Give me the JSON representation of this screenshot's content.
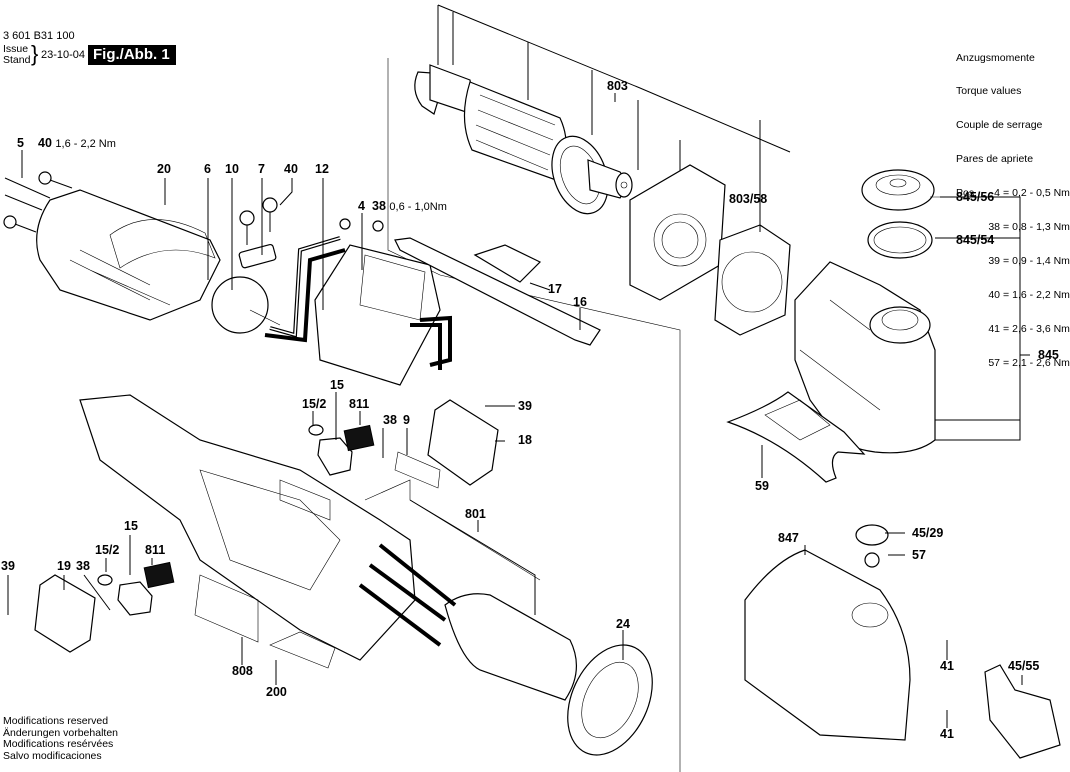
{
  "header": {
    "part_number": "3 601 B31 100",
    "issue_label": "Issue",
    "stand_label": "Stand",
    "issue_date": "23-10-04",
    "figure_label": "Fig./Abb. 1"
  },
  "torque_table": {
    "titles": [
      "Anzugsmomente",
      "Torque values",
      "Couple de serrage",
      "Pares de apriete"
    ],
    "pos_label": "Pos.",
    "rows": [
      {
        "pos": "4",
        "value": "0,2 - 0,5 Nm"
      },
      {
        "pos": "38",
        "value": "0,8 - 1,3 Nm"
      },
      {
        "pos": "39",
        "value": "0,9 - 1,4 Nm"
      },
      {
        "pos": "40",
        "value": "1,6 - 2,2 Nm"
      },
      {
        "pos": "41",
        "value": "2,6 - 3,6 Nm"
      },
      {
        "pos": "57",
        "value": "2,1 - 2,6 Nm"
      }
    ]
  },
  "footer": {
    "lines": [
      "Modifications reserved",
      "Änderungen vorbehalten",
      "Modifications resérvées",
      "Salvo modificaciones"
    ]
  },
  "callouts": {
    "p5": "5",
    "p40a": "40",
    "p40a_torque": "1,6 - 2,2 Nm",
    "p20": "20",
    "p6": "6",
    "p10": "10",
    "p7": "7",
    "p40b": "40",
    "p12": "12",
    "p4": "4",
    "p38a": "38",
    "p38a_torque": "0,6 - 1,0Nm",
    "p17": "17",
    "p16": "16",
    "p803": "803",
    "p803_58": "803/58",
    "p845_56": "845/56",
    "p845_54": "845/54",
    "p845": "845",
    "p15a": "15",
    "p15_2a": "15/2",
    "p811a": "811",
    "p38b": "38",
    "p9": "9",
    "p39a": "39",
    "p18": "18",
    "p59": "59",
    "p801": "801",
    "p15b": "15",
    "p15_2b": "15/2",
    "p811b": "811",
    "p39b": "39",
    "p19": "19",
    "p38c": "38",
    "p24": "24",
    "p808": "808",
    "p200": "200",
    "p847": "847",
    "p45_29": "45/29",
    "p57": "57",
    "p41a": "41",
    "p41b": "41",
    "p45_55": "45/55"
  }
}
